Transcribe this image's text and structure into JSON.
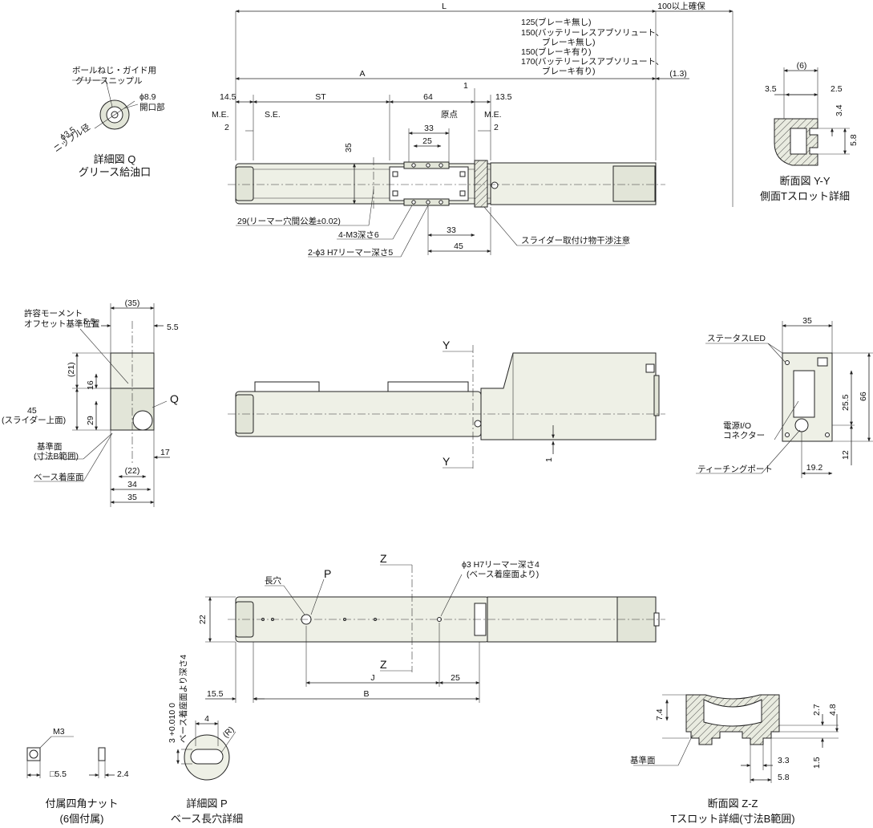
{
  "top_view": {
    "dim_L": "L",
    "dim_100": "100以上確保",
    "dim_A": "A",
    "dim_13": "(1.3)",
    "len_notes": [
      "125(ブレーキ無し)",
      "150(バッテリーレスアブソリュート、",
      "ブレーキ無し)",
      "150(ブレーキ有り)",
      "170(バッテリーレスアブソリュート、",
      "ブレーキ有り)"
    ],
    "dim_145": "14.5",
    "dim_ST": "ST",
    "dim_64": "64",
    "dim_1": "1",
    "dim_135": "13.5",
    "me_left": "M.E.",
    "se": "S.E.",
    "origin": "原点",
    "me_right": "M.E.",
    "dim_2_left": "2",
    "dim_2_right": "2",
    "dim_33_top": "33",
    "dim_25": "25",
    "dim_35": "35",
    "note_29": "29(リーマー穴間公差±0.02)",
    "note_m3": "4-M3深さ6",
    "note_phi3": "2-ϕ3 H7リーマー深さ5",
    "dim_33_bottom": "33",
    "dim_45": "45",
    "note_slider": "スライダー取付け物干渉注意"
  },
  "detail_q": {
    "label_grease": "ボールねじ・ガイド用",
    "label_nipple": "グリースニップル",
    "dim_89": "ϕ8.9",
    "label_opening": "開口部",
    "dim_35": "ϕ3.5",
    "label_nipple_dia": "ニップル径",
    "title1": "詳細図 Q",
    "title2": "グリース給油口"
  },
  "section_yy": {
    "dim_6": "(6)",
    "dim_35": "3.5",
    "dim_25": "2.5",
    "dim_34": "3.4",
    "dim_58": "5.8",
    "title1": "断面図 Y-Y",
    "title2": "側面Tスロット詳細"
  },
  "left_view": {
    "note_moment1": "許容モーメント",
    "note_moment2": "オフセット基準位置",
    "dim_35p": "(35)",
    "dim_55_left": "5.5",
    "dim_55_right": "5.5",
    "dim_21": "(21)",
    "dim_16": "16",
    "dim_45": "45",
    "note_slider_top": "(スライダー上面)",
    "dim_29": "29",
    "label_q": "Q",
    "ref_face1": "基準面",
    "ref_face2": "(寸法B範囲)",
    "base_face": "ベース着座面",
    "dim_22p": "(22)",
    "dim_17": "17",
    "dim_34": "34",
    "dim_35": "35"
  },
  "side_view": {
    "y_top": "Y",
    "y_bottom": "Y",
    "dim_1": "1"
  },
  "right_view": {
    "dim_35": "35",
    "status_led": "ステータスLED",
    "dim_66": "66",
    "dim_255": "25.5",
    "power_io1": "電源I/O",
    "power_io2": "コネクター",
    "dim_12": "12",
    "dim_192": "19.2",
    "teaching_port": "ティーチングポート"
  },
  "bottom_view": {
    "z_top": "Z",
    "z_bottom": "Z",
    "long_hole": "長穴",
    "label_p": "P",
    "note_phi3_1": "ϕ3 H7リーマー深さ4",
    "note_phi3_2": "(ベース着座面より)",
    "dim_22": "22",
    "dim_J": "J",
    "dim_25": "25",
    "dim_155": "15.5",
    "dim_B": "B"
  },
  "nut": {
    "label_m3": "M3",
    "dim_55": "□5.5",
    "dim_24": "2.4",
    "title1": "付属四角ナット",
    "title2": "(6個付属)"
  },
  "detail_p": {
    "tol": "3 +0.010 0",
    "depth_note": "ベース着座面より深さ4",
    "dim_4": "4",
    "dim_R": "(R)",
    "title1": "詳細図 P",
    "title2": "ベース長穴詳細"
  },
  "section_zz": {
    "dim_74": "7.4",
    "dim_27": "2.7",
    "dim_48": "4.8",
    "ref_face": "基準面",
    "dim_33": "3.3",
    "dim_15": "1.5",
    "dim_58": "5.8",
    "title1": "断面図 Z-Z",
    "title2": "Tスロット詳細(寸法B範囲)"
  }
}
